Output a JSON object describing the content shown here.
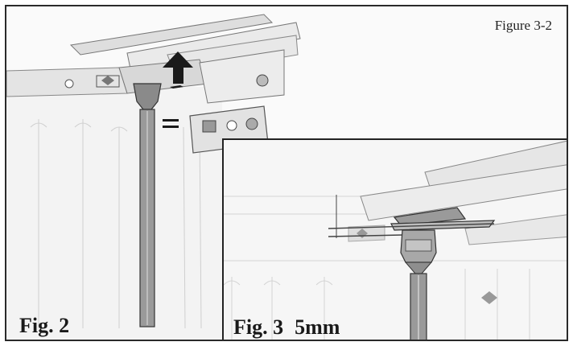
{
  "figure": {
    "title": "Figure 3-2",
    "fig2_label": "Fig. 2",
    "fig3_label": "Fig. 3",
    "dimension": "5mm"
  }
}
